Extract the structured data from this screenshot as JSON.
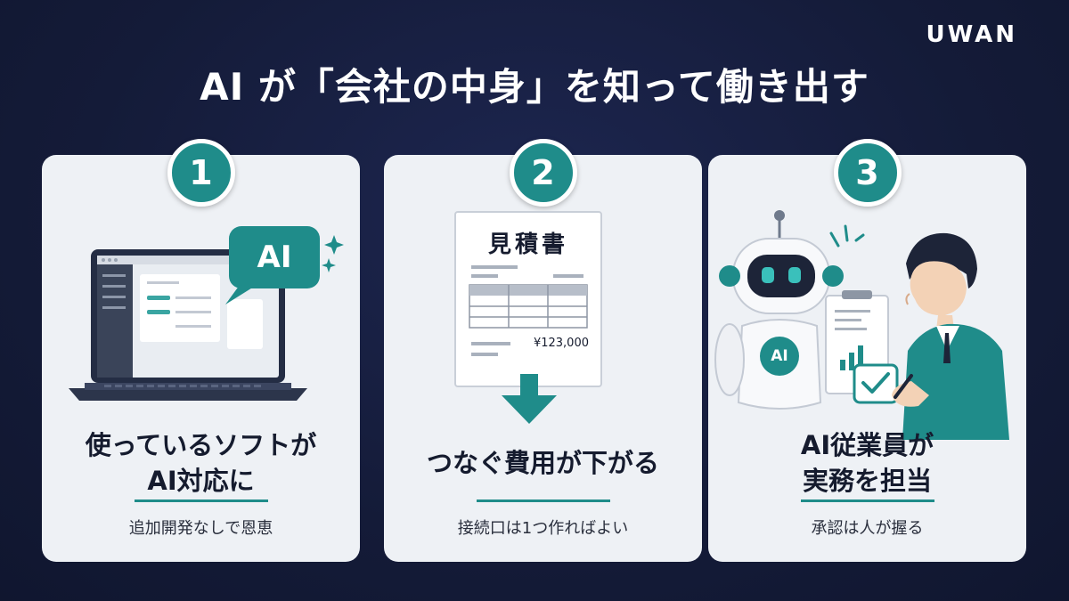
{
  "brand": {
    "logo": "UWAN"
  },
  "title": "AI が「会社の中身」を知って働き出す",
  "colors": {
    "background": "#141b38",
    "accent": "#1f8c8a",
    "card": "#eef1f5",
    "text": "#151b2e"
  },
  "cards": [
    {
      "number": "1",
      "illustration": "laptop-with-ai-bubble",
      "bubble_label": "AI",
      "heading_line1": "使っているソフトが",
      "heading_line2": "AI対応に",
      "subtext": "追加開発なしで恩恵"
    },
    {
      "number": "2",
      "illustration": "estimate-document-with-down-arrow",
      "doc_title": "見積書",
      "doc_amount": "¥123,000",
      "heading_line1": "つなぐ費用が下がる",
      "heading_line2": "",
      "subtext": "接続口は1つ作ればよい"
    },
    {
      "number": "3",
      "illustration": "ai-robot-and-person-approving",
      "robot_label": "AI",
      "heading_line1": "AI従業員が",
      "heading_line2": "実務を担当",
      "subtext": "承認は人が握る"
    }
  ]
}
